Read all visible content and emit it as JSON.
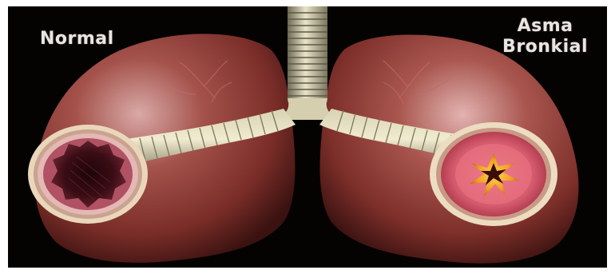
{
  "labels": {
    "normal": "Normal",
    "asma_line1": "Asma",
    "asma_line2": "Bronkial"
  },
  "colors": {
    "background": "#050302",
    "lung": "#8a3a34",
    "lung_highlight": "#c98d8b",
    "airway_wall": "#e8d3b6",
    "airway_inner": "#c85b6b",
    "mucus": "#f2a22c",
    "label_text": "#e9e5e1"
  }
}
